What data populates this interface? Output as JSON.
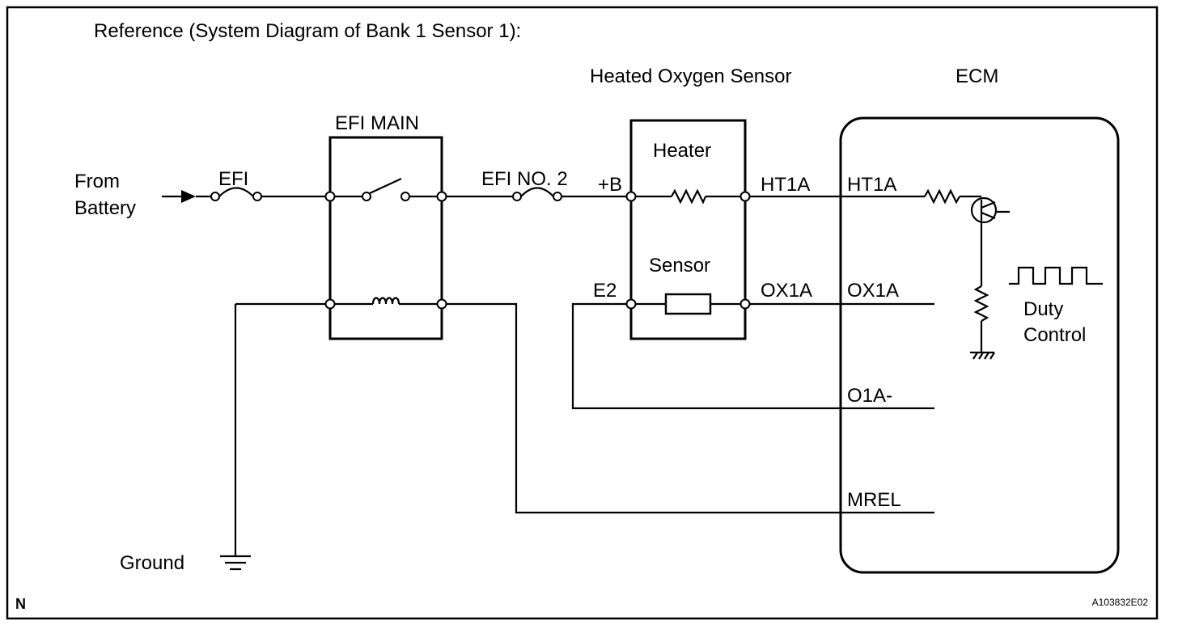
{
  "diagram": {
    "reference_title": "Reference (System Diagram of Bank 1 Sensor 1):",
    "source": {
      "line1": "From",
      "line2": "Battery"
    },
    "ground_label": "Ground",
    "fuse_efi": "EFI",
    "relay": {
      "label": "EFI MAIN"
    },
    "fuse_efi_no2": "EFI NO. 2",
    "sensor": {
      "title": "Heated Oxygen Sensor",
      "heater_label": "Heater",
      "sensor_label": "Sensor",
      "pin_plus_b": "+B",
      "pin_e2": "E2",
      "pin_ht1a": "HT1A",
      "pin_ox1a": "OX1A"
    },
    "ecm": {
      "title": "ECM",
      "pin_ht1a": "HT1A",
      "pin_ox1a": "OX1A",
      "pin_o1a_minus": "O1A-",
      "pin_mrel": "MREL",
      "duty_line1": "Duty",
      "duty_line2": "Control"
    },
    "corner_mark": "N",
    "figure_id": "A103832E02"
  }
}
